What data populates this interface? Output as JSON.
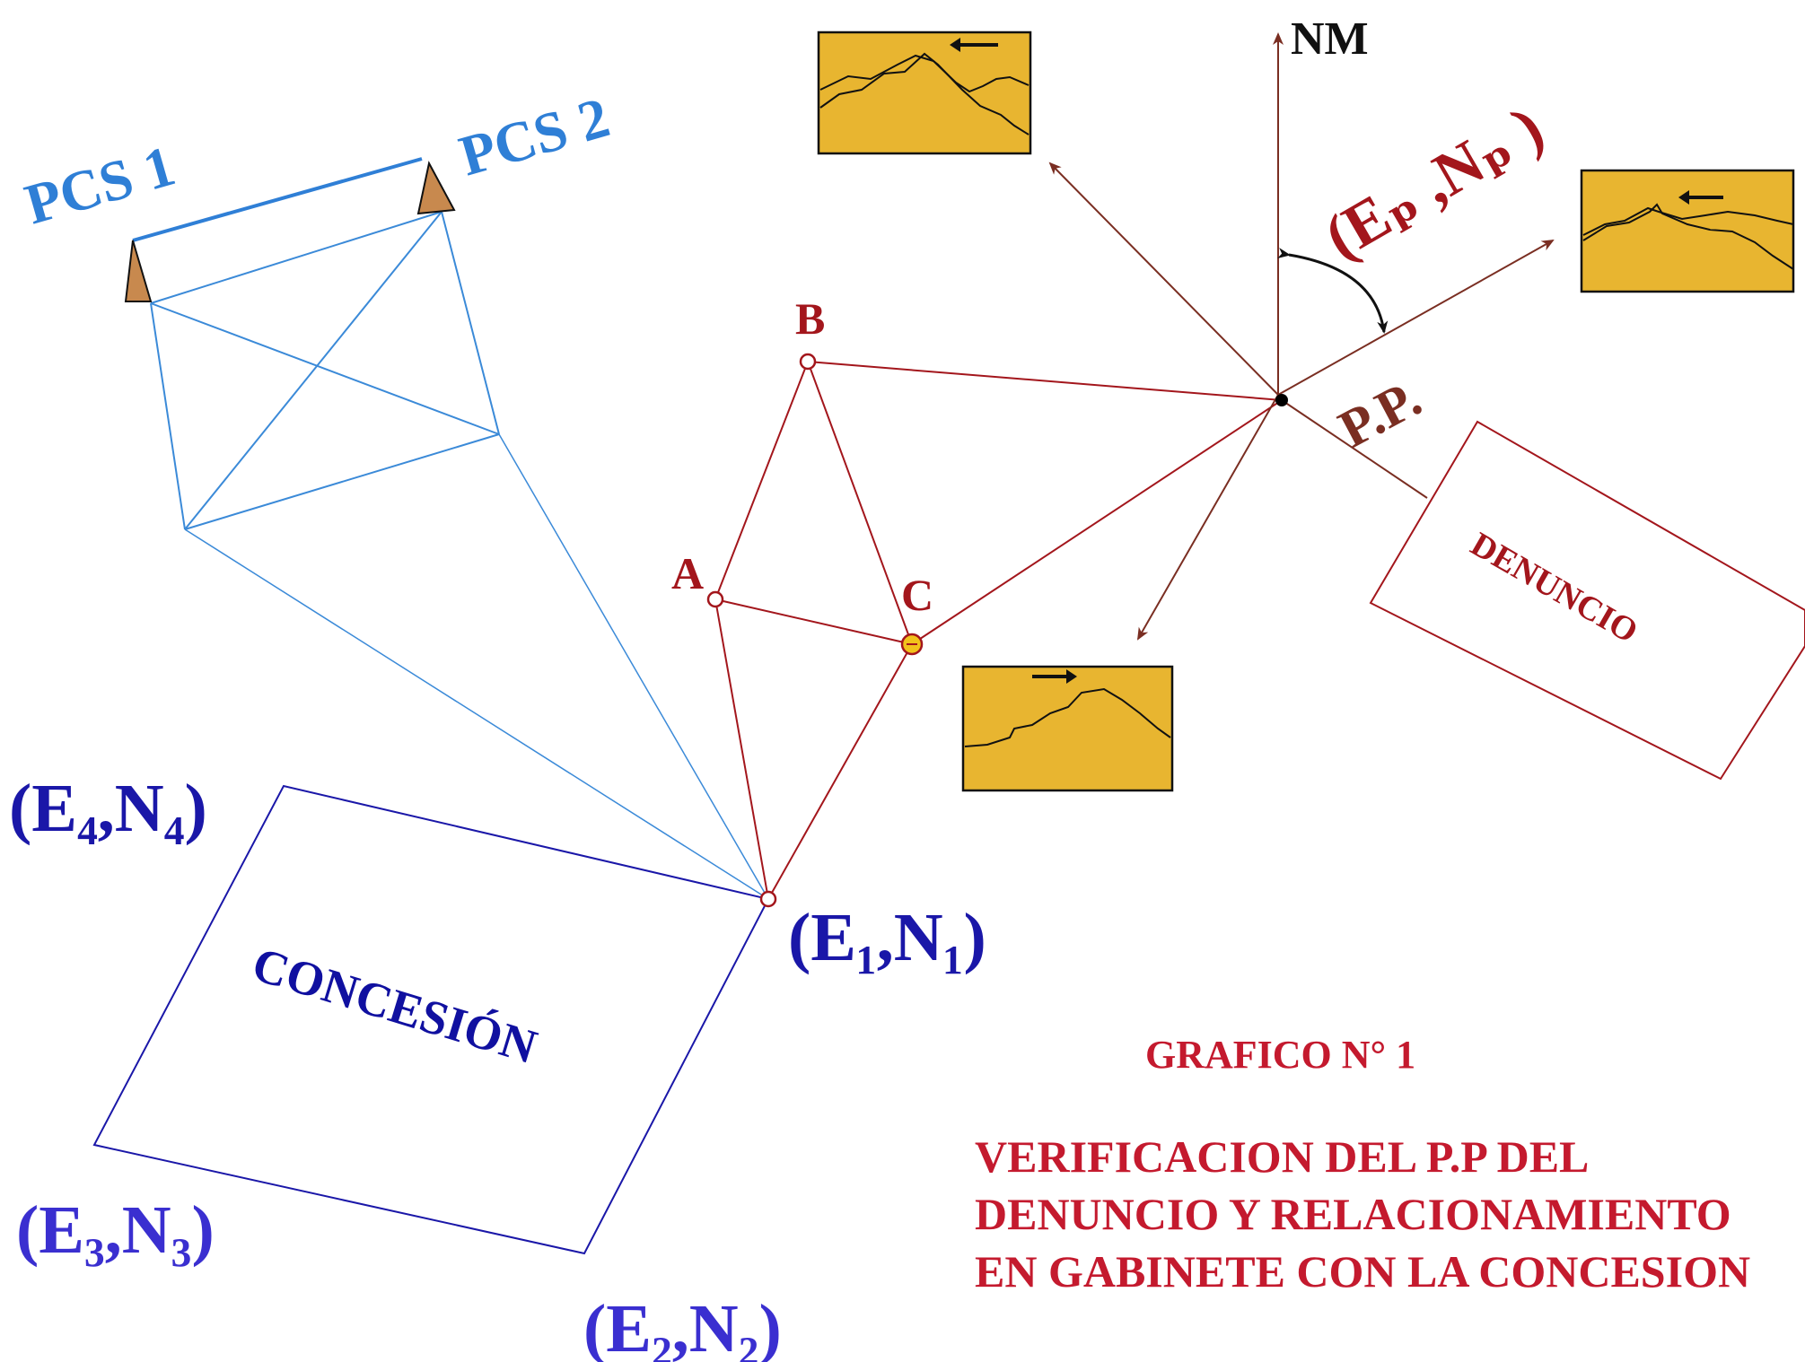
{
  "labels": {
    "pcs1": "PCS 1",
    "pcs2": "PCS 2",
    "north": "NM",
    "point_a": "A",
    "point_b": "B",
    "point_c": "C",
    "pp": "P.P.",
    "pp_coord": "(Eₚ ,Nₚ )",
    "denuncio": "DENUNCIO",
    "concesion": "CONCESIÓN",
    "e1n1": "(E₁,N₁)",
    "e2n2": "(E₂,N₂)",
    "e3n3": "(E₃,N₃)",
    "e4n4": "(E₄,N₄)"
  },
  "caption": {
    "title": "GRAFICO N° 1",
    "line1": "VERIFICACION DEL P.P DEL",
    "line2": "DENUNCIO Y RELACIONAMIENTO",
    "line3": "EN GABINETE CON LA CONCESION"
  },
  "colors": {
    "blue_light": "#2f7fd6",
    "blue_dark": "#1a17a8",
    "concesion_text": "#1010a0",
    "red": "#a3161c",
    "brown": "#7a2e22",
    "caption": "#c41a2e",
    "panel_fill": "#e8b530",
    "triangle_fill": "#c8894e"
  }
}
